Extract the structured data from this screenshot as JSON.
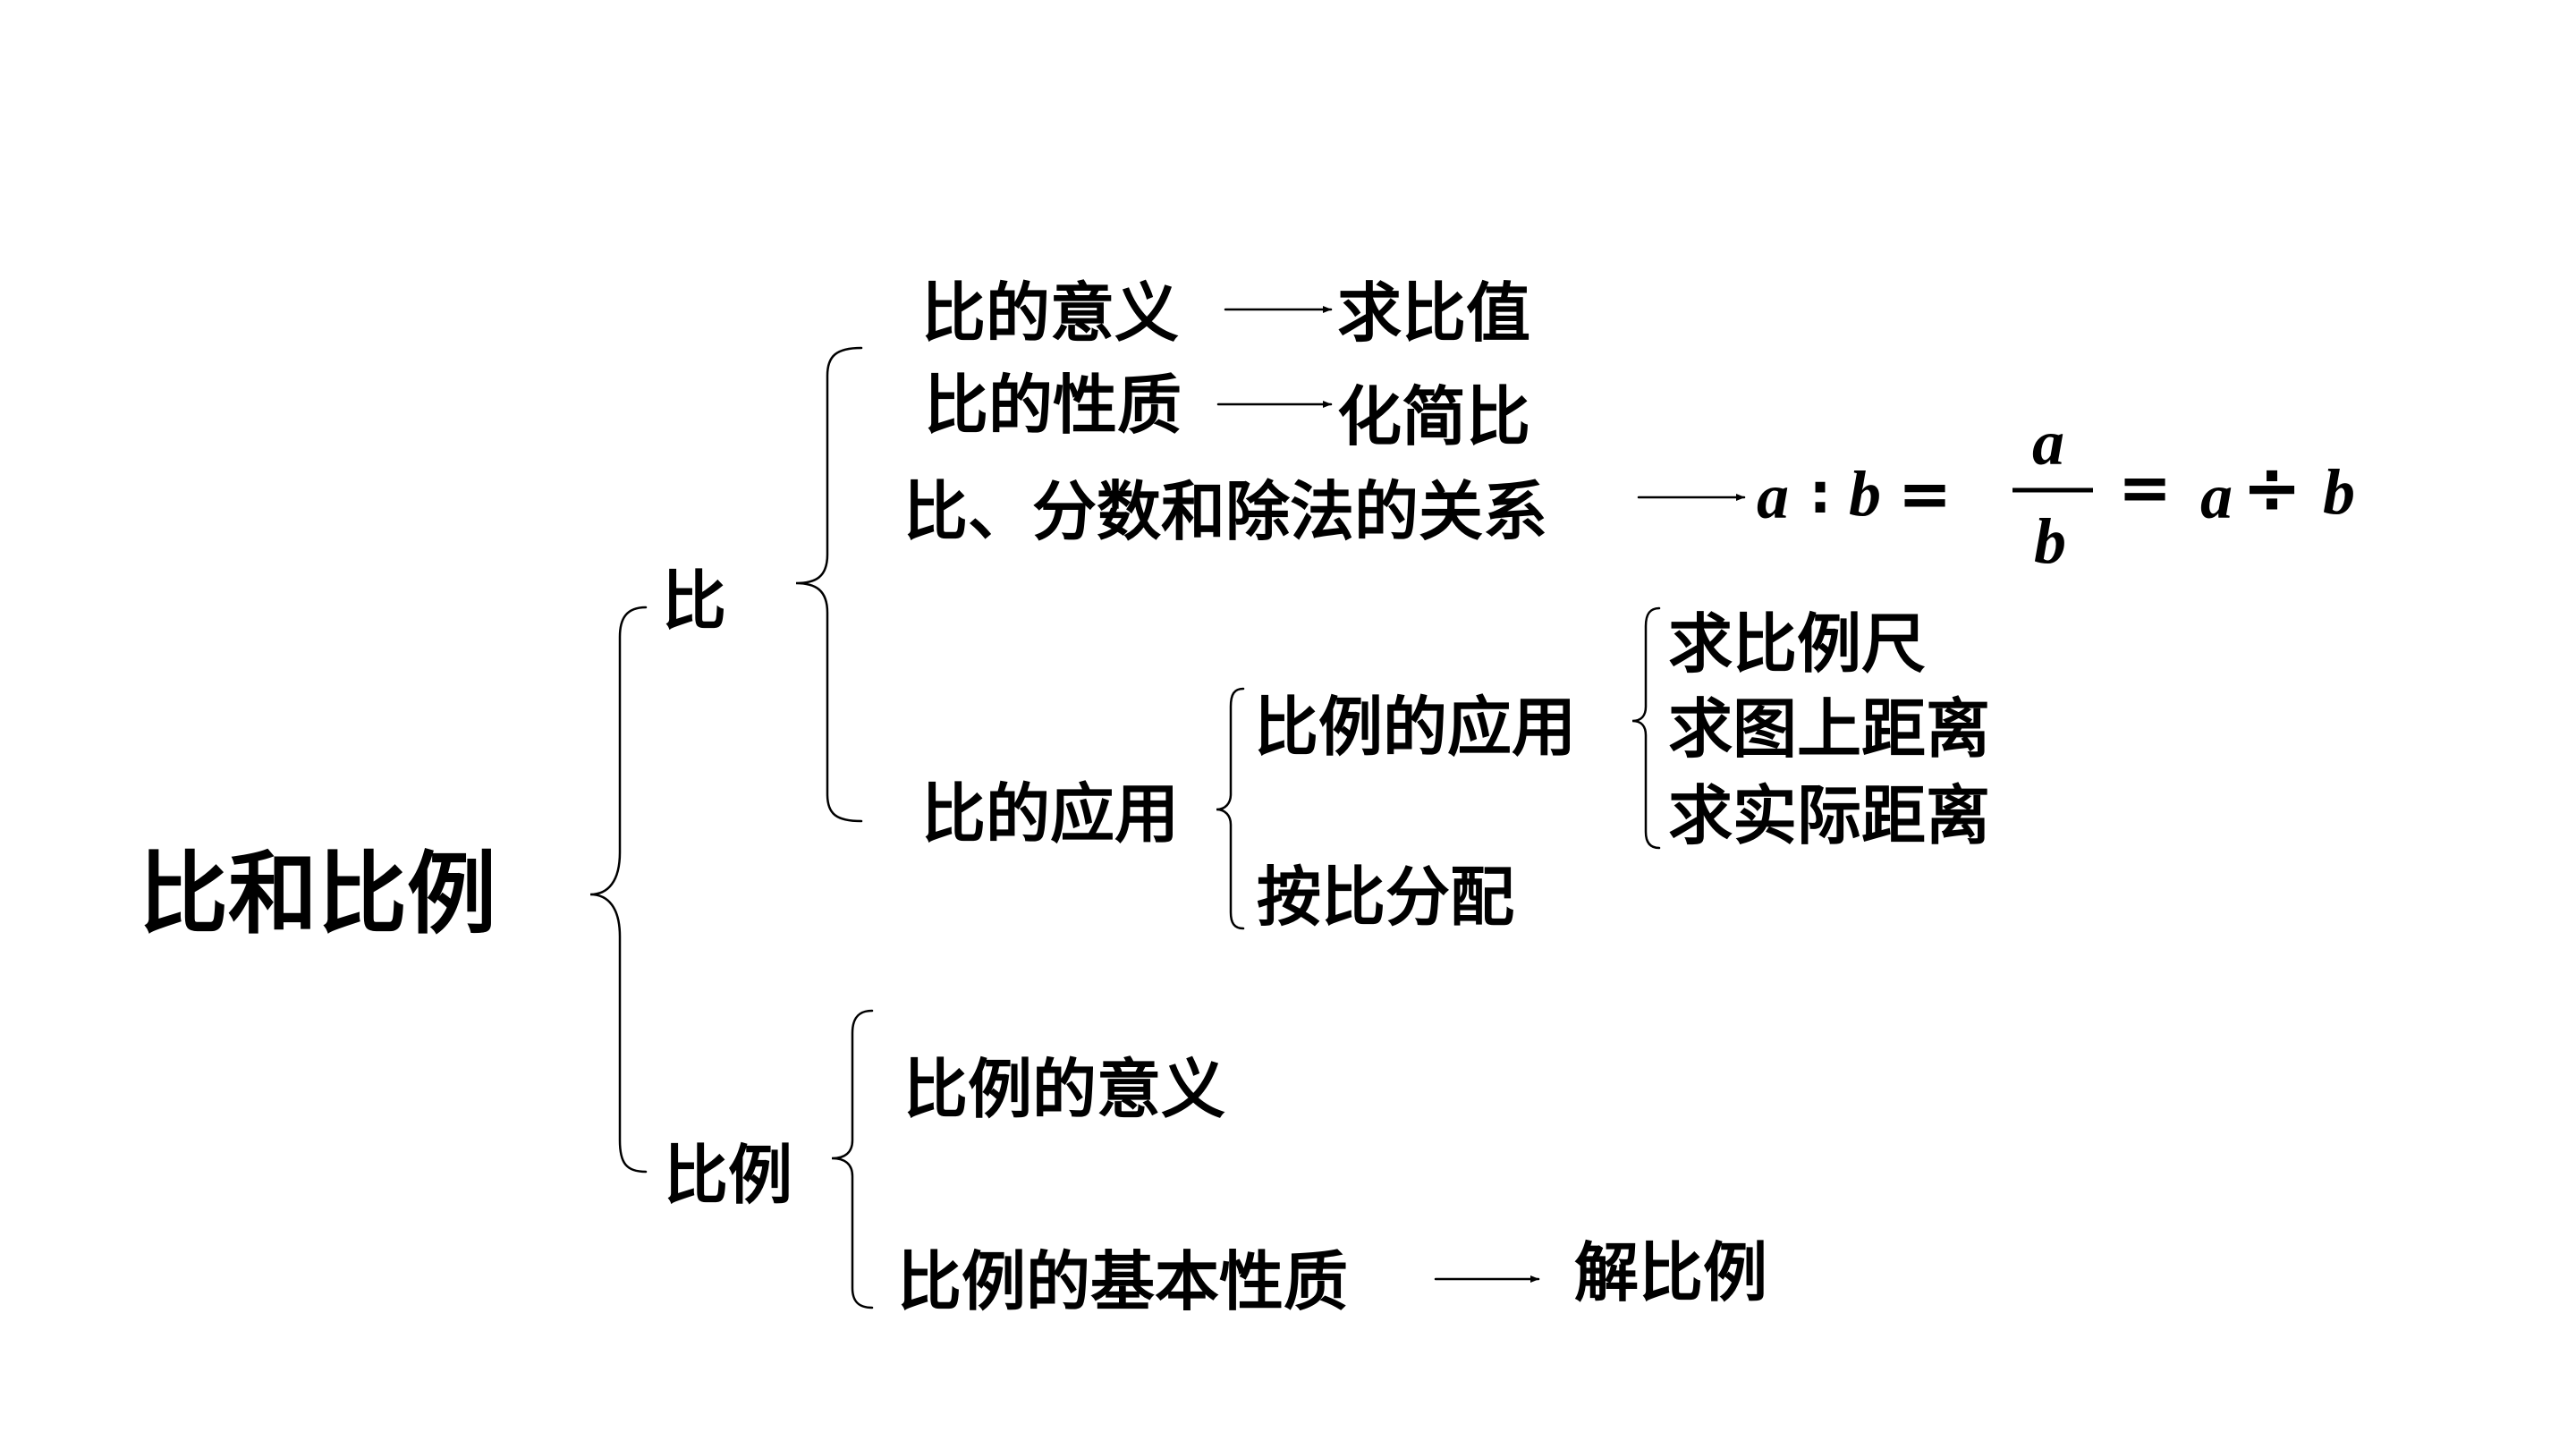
{
  "root": "比和比例",
  "bi": {
    "label": "比",
    "meaning": "比的意义",
    "meaning_result": "求比值",
    "property": "比的性质",
    "property_result": "化简比",
    "relation": "比、分数和除法的关系",
    "formula": {
      "a1": "a",
      "colon": ":",
      "b1": "b",
      "eq1": "=",
      "num": "a",
      "den": "b",
      "eq2": "=",
      "a2": "a",
      "div": "÷",
      "b2": "b"
    },
    "application": "比的应用",
    "proportion_application": "比例的应用",
    "proportion_application_items": [
      "求比例尺",
      "求图上距离",
      "求实际距离"
    ],
    "distribution": "按比分配"
  },
  "bili": {
    "label": "比例",
    "meaning": "比例的意义",
    "basic_property": "比例的基本性质",
    "basic_property_result": "解比例"
  }
}
